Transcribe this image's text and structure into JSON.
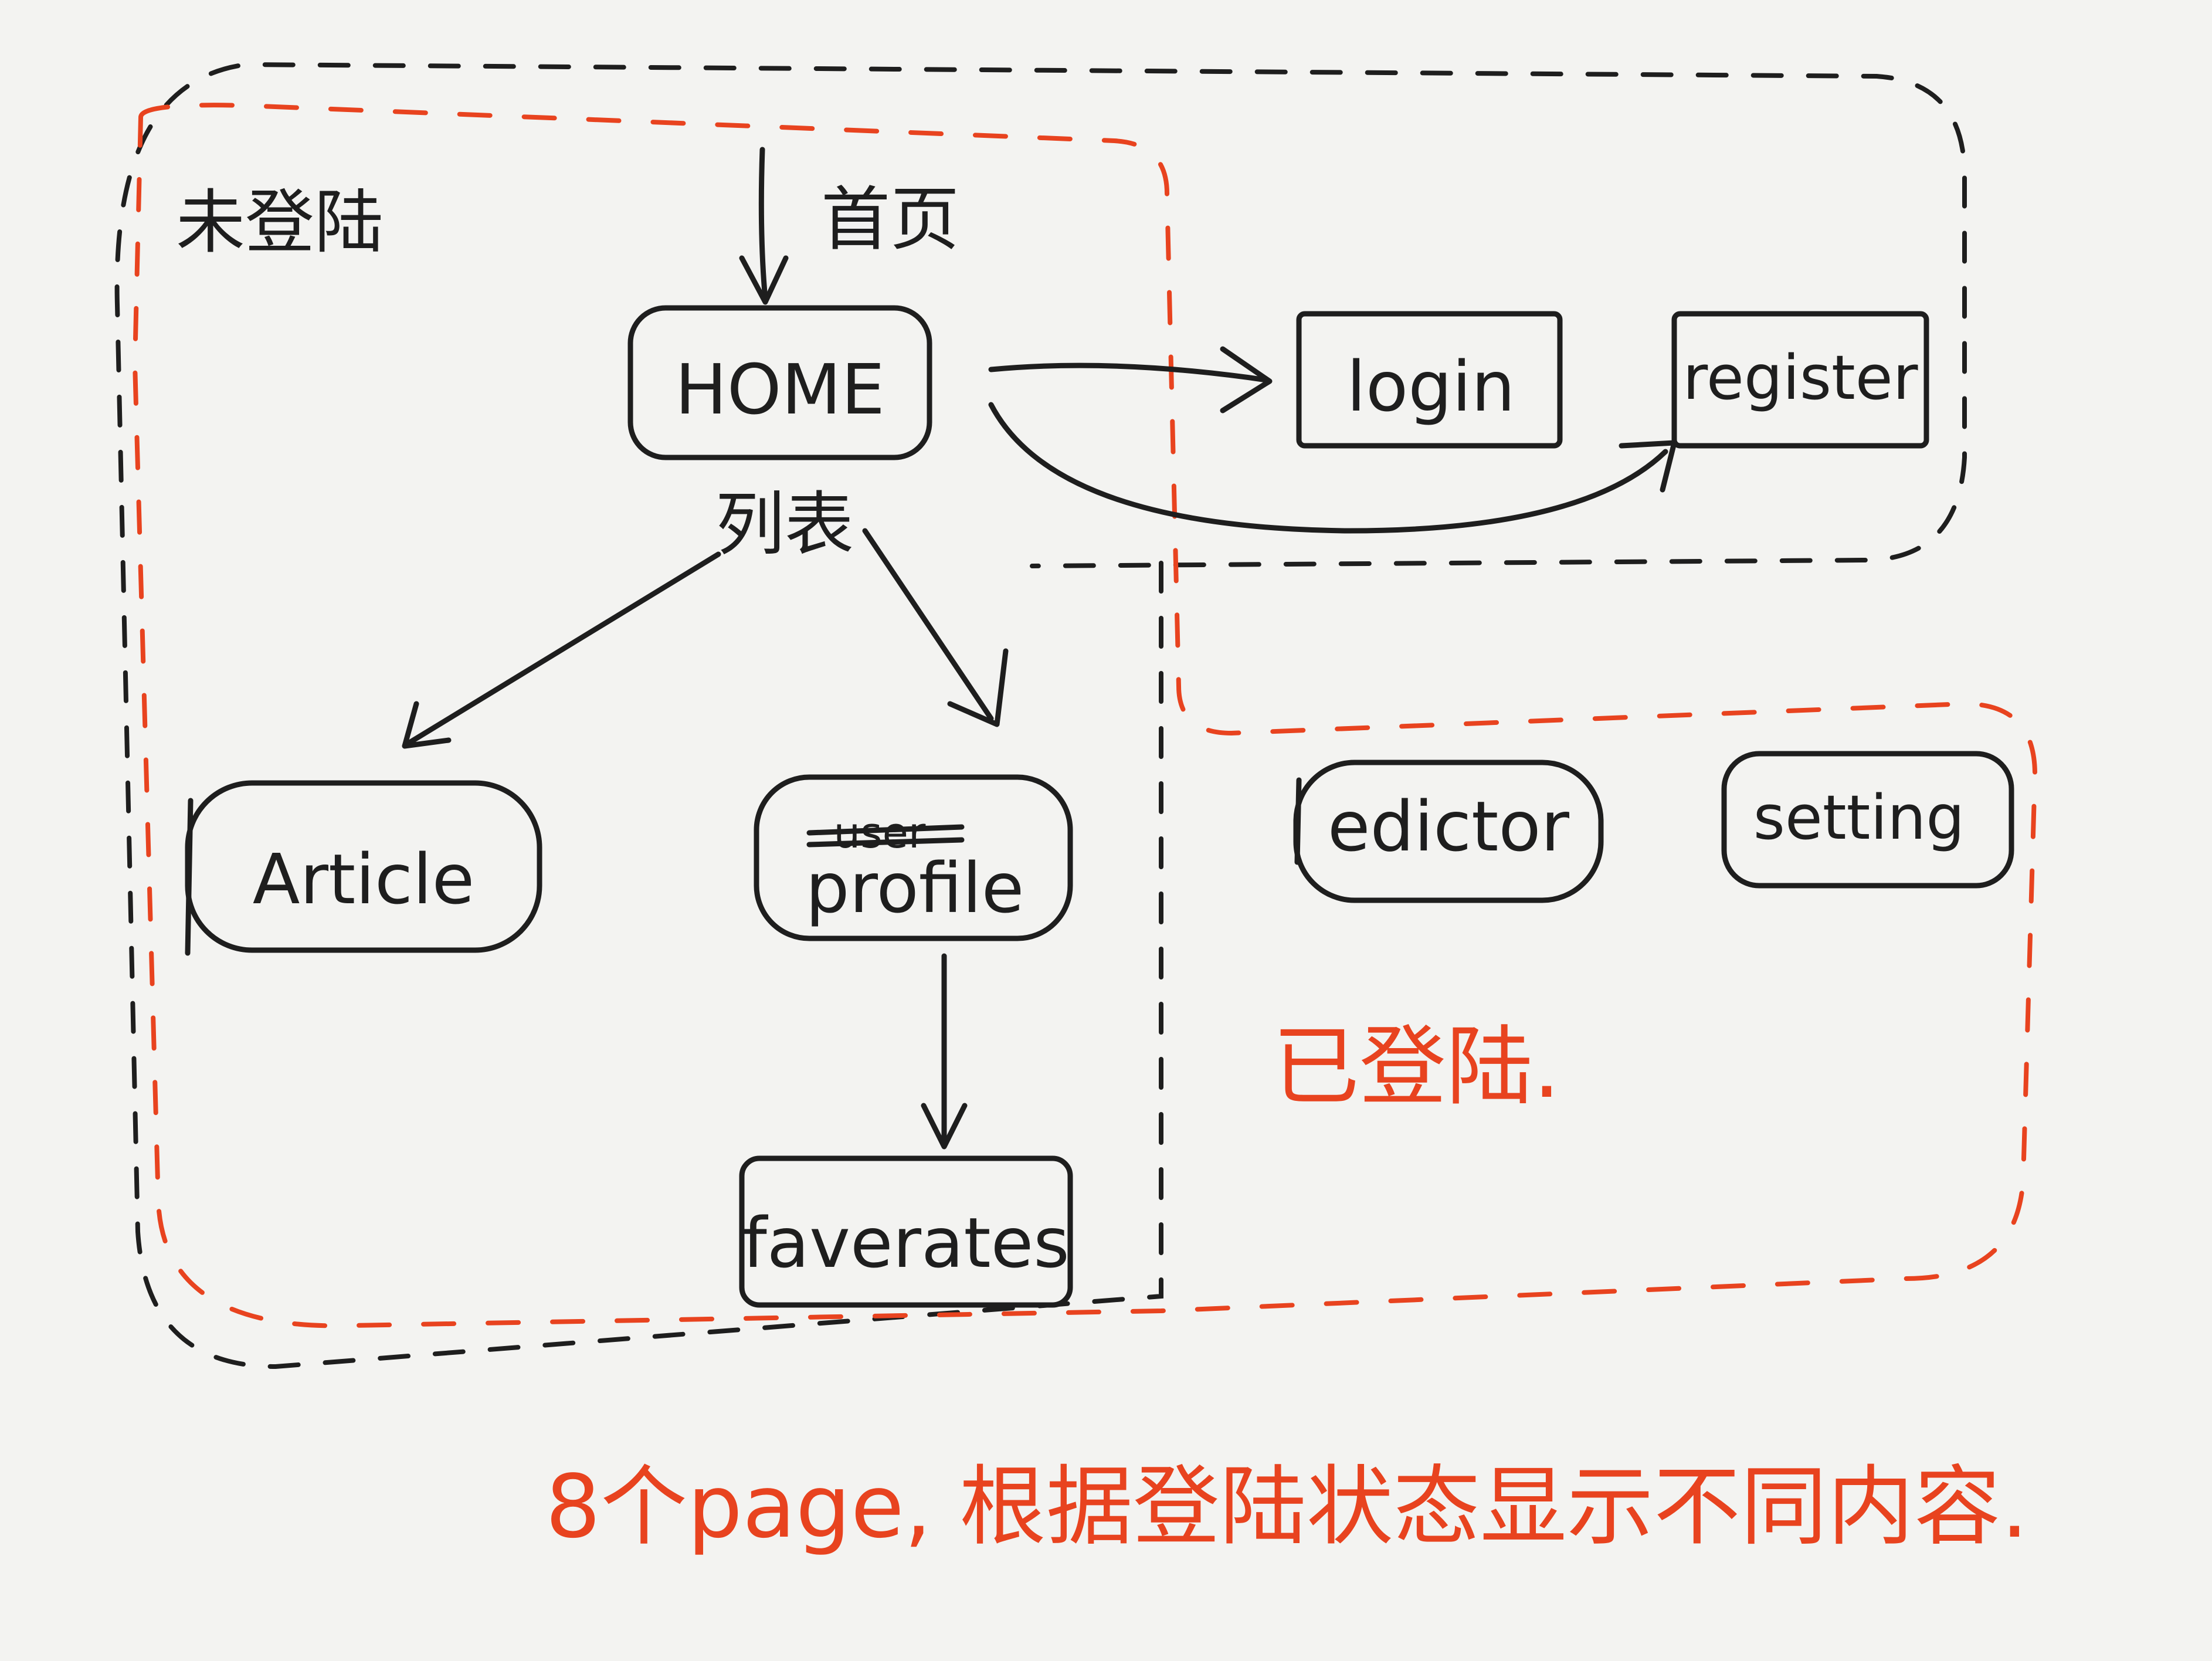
{
  "colors": {
    "ink": "#1e1e1e",
    "red": "#e8431f",
    "paper": "#f3f3f1"
  },
  "regions": {
    "logged_out_label": "未登陆",
    "logged_in_label": "已登陆."
  },
  "nodes": {
    "home": "HOME",
    "login": "login",
    "register": "register",
    "article": "Article",
    "profile": "profile",
    "profile_crossed": "user",
    "favorites": "faverates",
    "editor": "edictor",
    "setting": "setting"
  },
  "edge_labels": {
    "entry": "首页",
    "list": "列表"
  },
  "footer_note": "8个page, 根据登陆状态显示不同内容."
}
